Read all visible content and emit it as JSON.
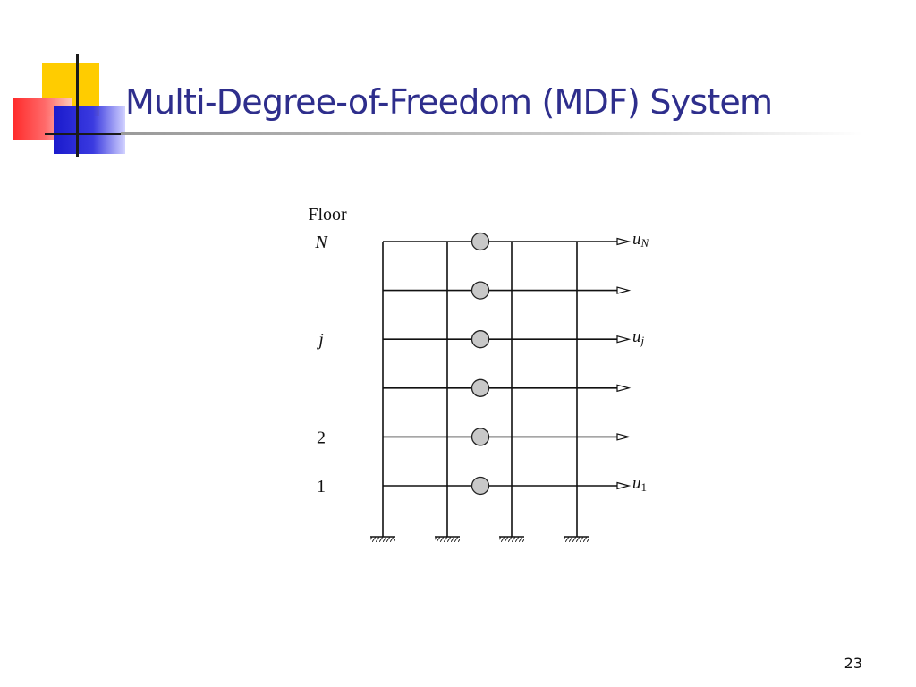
{
  "slide": {
    "title": "Multi-Degree-of-Freedom (MDF) System",
    "page_number": "23",
    "accent_colors": {
      "title": "#2e2e8c",
      "logo_yellow": "#ffcc00",
      "logo_red": "#ff2a2a",
      "logo_blue": "#1a1acc",
      "mass": "#c8c8c8"
    }
  },
  "diagram": {
    "floor_header": "Floor",
    "floor_count_rows": 6,
    "column_count": 4,
    "floor_labels": [
      {
        "row": 1,
        "text": "N",
        "italic": true
      },
      {
        "row": 3,
        "text": "j",
        "italic": true
      },
      {
        "row": 5,
        "text": "2",
        "italic": false
      },
      {
        "row": 6,
        "text": "1",
        "italic": false
      }
    ],
    "displacement_labels": [
      {
        "row": 1,
        "symbol": "u",
        "sub": "N",
        "sub_italic": true
      },
      {
        "row": 3,
        "symbol": "u",
        "sub": "j",
        "sub_italic": true
      },
      {
        "row": 6,
        "symbol": "u",
        "sub": "1",
        "sub_italic": false
      }
    ],
    "icons": [
      "mass-circle-icon",
      "arrow-right-icon",
      "fixed-support-icon"
    ]
  }
}
